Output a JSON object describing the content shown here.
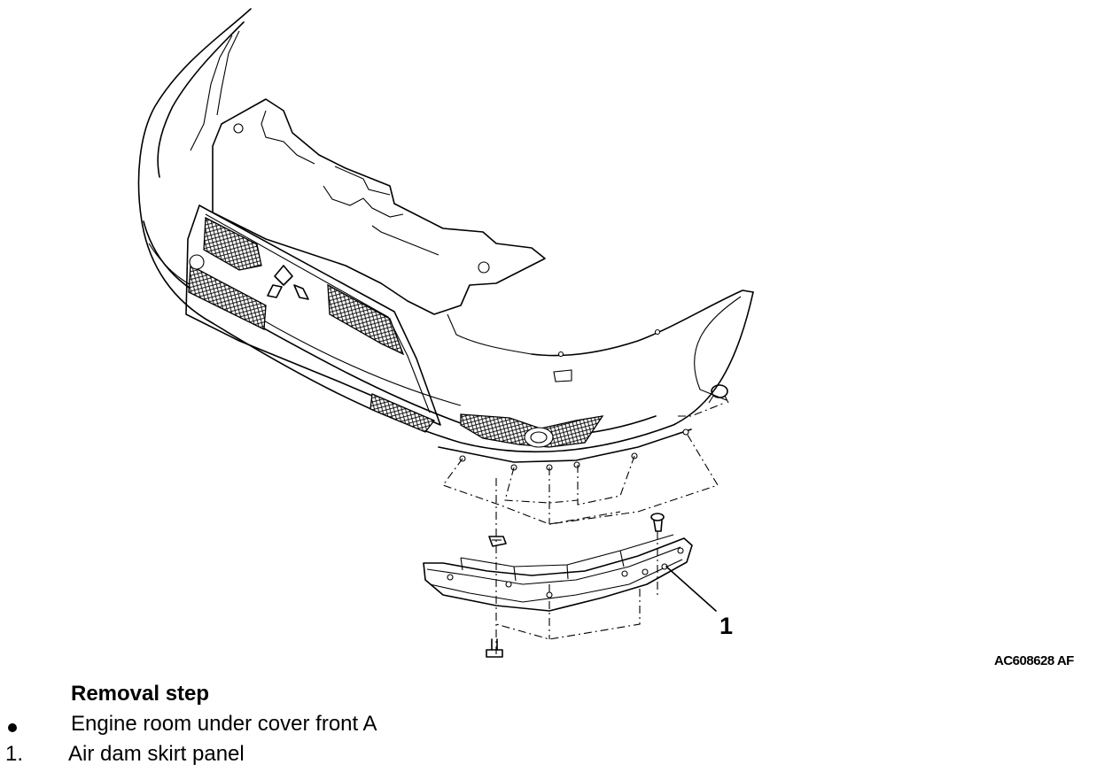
{
  "figure": {
    "callout_label": "1",
    "code": "AC608628 AF"
  },
  "removal": {
    "heading": "Removal step",
    "steps": [
      {
        "marker": "bullet",
        "label": "Engine room under cover front A"
      },
      {
        "marker": "1.",
        "label": "Air dam skirt panel"
      }
    ]
  }
}
